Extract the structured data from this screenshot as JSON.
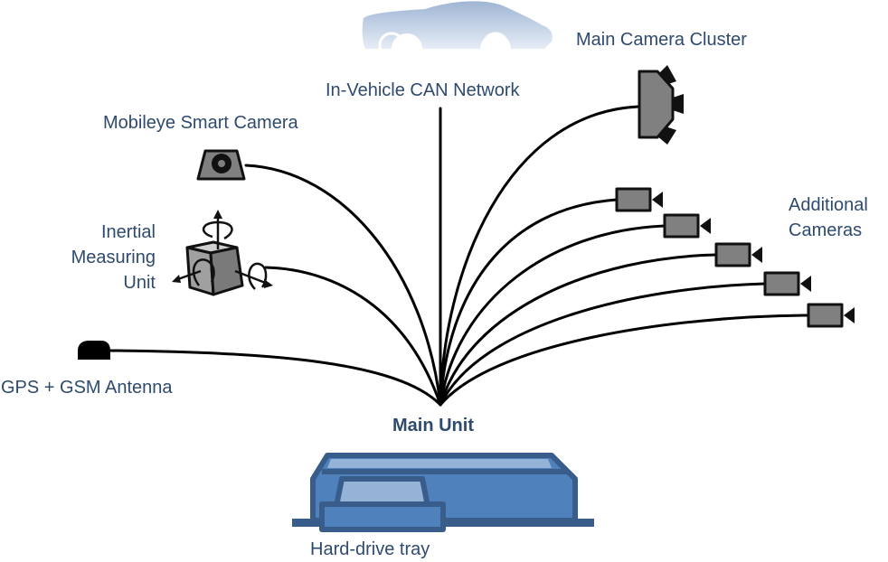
{
  "diagram": {
    "title": "Vehicle data-collection system",
    "labels": {
      "can_network": "In-Vehicle CAN Network",
      "main_camera_cluster": "Main Camera Cluster",
      "mobileye_camera": "Mobileye Smart Camera",
      "imu_line1": "Inertial",
      "imu_line2": "Measuring",
      "imu_line3": "Unit",
      "gps_antenna": "GPS + GSM Antenna",
      "additional_cameras_line1": "Additional",
      "additional_cameras_line2": "Cameras",
      "main_unit": "Main Unit",
      "hard_drive_tray": "Hard-drive tray"
    },
    "icons": {
      "vehicle": "car-silhouette-icon",
      "main_camera_cluster": "camera-cluster-icon",
      "mobileye_camera": "smart-camera-icon",
      "imu": "imu-cube-icon",
      "gps_antenna": "antenna-icon",
      "additional_camera": "video-camera-icon",
      "main_unit": "main-unit-box-icon"
    },
    "additional_camera_count": 5,
    "colors": {
      "label_text": "#2e4a6e",
      "wire": "#000000",
      "device_fill": "#808080",
      "main_unit_fill": "#4f81bd",
      "main_unit_outline": "#385d8a",
      "main_unit_highlight": "#95b3d7",
      "car_gradient_top": "#9fb5d4",
      "car_gradient_bottom": "#e6edf6"
    }
  }
}
